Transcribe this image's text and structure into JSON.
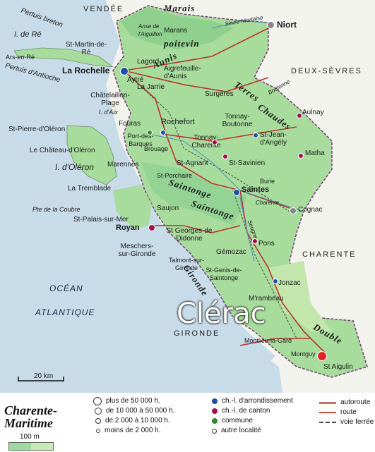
{
  "map": {
    "dept_labels": {
      "vendee": "VENDÉE",
      "deux_sevres": "DEUX-SÈVRES",
      "charente": "CHARENTE",
      "gironde": "GIRONDE"
    },
    "sea_labels": {
      "ocean": "OCÉAN",
      "atlantique": "ATLANTIQUE"
    },
    "region_labels": {
      "marais_poitevin_1": "Marais",
      "marais_poitevin_2": "poitevin",
      "aunis": "Aunis",
      "terres_chaudes_1": "Terres",
      "terres_chaudes_2": "Chaudes",
      "saintonge_1": "Saintonge",
      "saintonge_2": "Saintonge",
      "double": "Double",
      "gironde_estuary": "Gironde"
    },
    "water_labels": {
      "pertuis_breton": "Pertuis breton",
      "pertuis_antioche": "Pertuis d'Antioche",
      "anse_aiguillon": "Anse de l'Aiguillon",
      "sevre_niortaise": "Sèvre Niortaise",
      "boutonne": "Boutonne",
      "charente_river": "Charente",
      "seugne": "Seugne",
      "pte_coubre": "Pte de la Coubre"
    },
    "islands": {
      "ile_de_re": "I. de Ré",
      "ile_oleron": "I. d'Oléron",
      "ile_aix": "I. d'Aix"
    },
    "places": [
      {
        "name": "Niort",
        "bold": true
      },
      {
        "name": "La Rochelle",
        "bold": true
      },
      {
        "name": "Ars-en-Ré"
      },
      {
        "name": "St-Martin-de-Ré"
      },
      {
        "name": "Marans"
      },
      {
        "name": "Lagord"
      },
      {
        "name": "Aytré"
      },
      {
        "name": "La Jarrie"
      },
      {
        "name": "Aigrefeuille-d'Aunis"
      },
      {
        "name": "Surgères"
      },
      {
        "name": "Châtelaillon-Plage"
      },
      {
        "name": "Fouras"
      },
      {
        "name": "Rochefort"
      },
      {
        "name": "Tonnay-Boutonne"
      },
      {
        "name": "Aulnay"
      },
      {
        "name": "St-Pierre-d'Oléron"
      },
      {
        "name": "Port-des-Barques"
      },
      {
        "name": "Tonnay-Charente"
      },
      {
        "name": "St-Jean-d'Angély"
      },
      {
        "name": "Le Château-d'Oléron"
      },
      {
        "name": "Brouage"
      },
      {
        "name": "Marennes"
      },
      {
        "name": "St-Agnant"
      },
      {
        "name": "St-Savinien"
      },
      {
        "name": "Matha"
      },
      {
        "name": "St-Porchaire"
      },
      {
        "name": "La Tremblade"
      },
      {
        "name": "Saintes"
      },
      {
        "name": "Burie"
      },
      {
        "name": "Cognac"
      },
      {
        "name": "Saujon"
      },
      {
        "name": "St-Palais-sur-Mer"
      },
      {
        "name": "Royan"
      },
      {
        "name": "St Georges-de Didonne"
      },
      {
        "name": "Meschers-sur-Gironde"
      },
      {
        "name": "Talmont-sur-Gironde"
      },
      {
        "name": "Gémozac"
      },
      {
        "name": "Pons"
      },
      {
        "name": "St-Genis-de-Saintonge"
      },
      {
        "name": "Jonzac"
      },
      {
        "name": "M'rambeau"
      },
      {
        "name": "Montlieu-la-Gard"
      },
      {
        "name": "Montguy"
      },
      {
        "name": "St Aigulin"
      }
    ],
    "highlight_label": "Clérac",
    "scale_label": "20 km"
  },
  "legend": {
    "title_line1": "Charente-",
    "title_line2": "Maritime",
    "altitude": "100 m",
    "swatch_colors": [
      "#9fd8a0",
      "#c9e9b6"
    ],
    "population": [
      "plus de 50 000 h.",
      "de 10 000 à 50 000 h.",
      "de 2 000 à 10 000 h.",
      "moins de 2 000 h."
    ],
    "admin": [
      {
        "label": "ch.-l. d'arrondissement",
        "color": "#1f4fa8"
      },
      {
        "label": "ch.-l. de canton",
        "color": "#a0104d"
      },
      {
        "label": "commune",
        "color": "#2e8b2e"
      },
      {
        "label": "autre localité",
        "color": "#ffffff"
      }
    ],
    "lines": [
      {
        "label": "autoroute",
        "color": "#b8332e"
      },
      {
        "label": "route",
        "color": "#c24b3c"
      },
      {
        "label": "voie ferrée",
        "color": "#444444"
      }
    ]
  },
  "colors": {
    "sea": "#c8dbe8",
    "land_low": "#8fd08e",
    "land_mid": "#b9e2a5",
    "outside": "#f3f3ee",
    "road": "#b8332e"
  }
}
